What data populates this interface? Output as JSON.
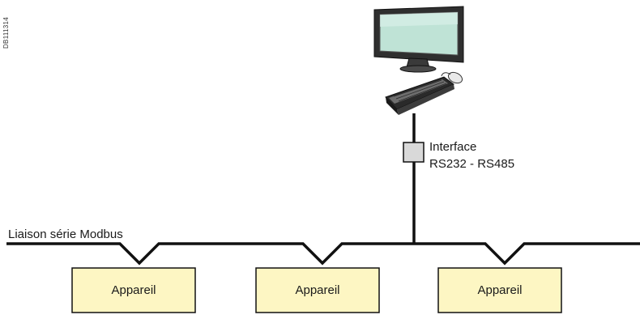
{
  "reference_code": "DB111314",
  "bus": {
    "label": "Liaison série Modbus"
  },
  "interface": {
    "line1": "Interface",
    "line2": "RS232 - RS485"
  },
  "devices": [
    {
      "label": "Appareil"
    },
    {
      "label": "Appareil"
    },
    {
      "label": "Appareil"
    }
  ],
  "colors": {
    "device_fill": "#fdf6c3",
    "screen_fill": "#bfe3d6",
    "line": "#111111"
  }
}
